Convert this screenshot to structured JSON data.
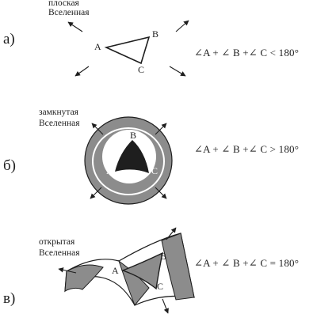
{
  "panels": [
    {
      "letter": "а)",
      "title_lines": [
        "плоская",
        "Вселенная"
      ],
      "vertices": [
        "A",
        "B",
        "C"
      ],
      "formula": "∠A + ∠ B +∠ C < 180°"
    },
    {
      "letter": "б)",
      "title_lines": [
        "замкнутая",
        "Вселенная"
      ],
      "vertices": [
        "A",
        "B",
        "C"
      ],
      "formula": "∠A + ∠ B +∠ C > 180°"
    },
    {
      "letter": "в)",
      "title_lines": [
        "открытая",
        "Вселенная"
      ],
      "vertices": [
        "A",
        "B",
        "C"
      ],
      "formula": "∠A + ∠ B +∠ C = 180°"
    }
  ],
  "colors": {
    "ink": "#1e1e1e",
    "sphere_fill": "#8c8c8c",
    "saddle_fill": "#8c8c8c"
  }
}
